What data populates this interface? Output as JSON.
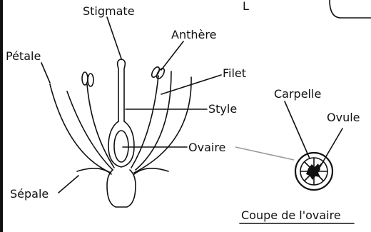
{
  "labels": {
    "stigmate": "Stigmate",
    "anthere": "Anthère",
    "petale": "Pétale",
    "filet": "Filet",
    "style": "Style",
    "ovaire": "Ovaire",
    "sepale": "Sépale",
    "carpelle": "Carpelle",
    "ovule": "Ovule",
    "coupe": "Coupe de l'ovaire",
    "corner_letter": "L"
  },
  "colors": {
    "ink": "#111111",
    "pointer_gray": "#999999",
    "background": "#ffffff"
  }
}
